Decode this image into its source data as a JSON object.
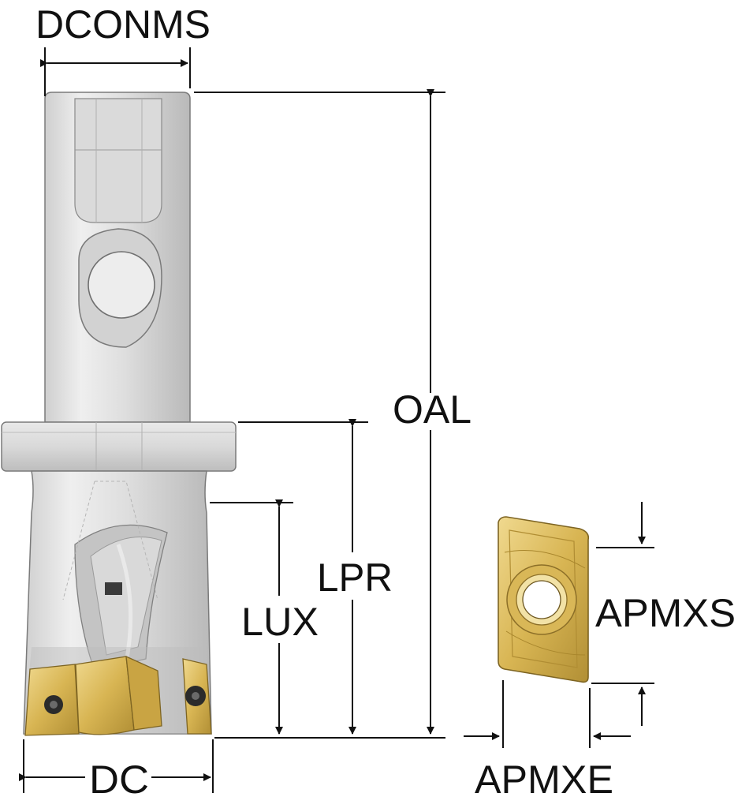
{
  "labels": {
    "dconms": "DCONMS",
    "oal": "OAL",
    "lpr": "LPR",
    "lux": "LUX",
    "dc": "DC",
    "apmxs": "APMXS",
    "apmxe": "APMXE"
  },
  "colors": {
    "line": "#111111",
    "steel_light": "#e4e4e4",
    "steel_mid": "#c9c9c9",
    "steel_dark": "#9a9a9a",
    "outline": "#6f6f6f",
    "insert_gold": "#d8b553",
    "insert_gold_light": "#ecd58c",
    "insert_gold_dark": "#a8862c"
  }
}
